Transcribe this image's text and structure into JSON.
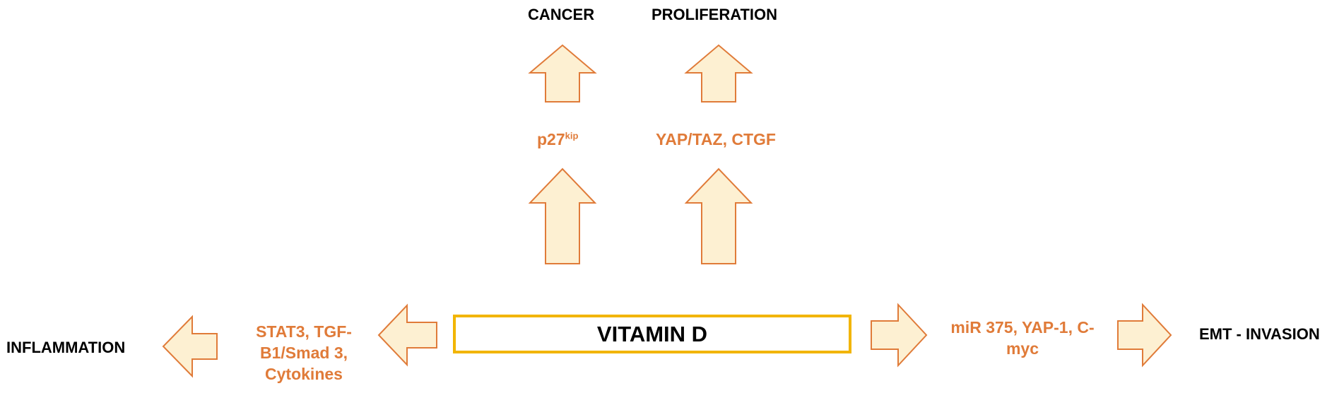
{
  "diagram": {
    "center": "VITAMIN D",
    "top_left": {
      "outcome": "CANCER",
      "mediator": "p27",
      "mediator_sup": "kip"
    },
    "top_right": {
      "outcome": "PROLIFERATION",
      "mediator": "YAP/TAZ, CTGF"
    },
    "left": {
      "outcome": "INFLAMMATION",
      "mediator_lines": [
        "STAT3, TGF-",
        "Β1/Smad 3,",
        "Cytokines"
      ]
    },
    "right": {
      "outcome": "EMT - INVASION",
      "mediator_lines": [
        "miR 375, YAP-1, C-",
        "myc"
      ]
    },
    "colors": {
      "arrow_fill": "#fdf0d2",
      "arrow_stroke": "#e07b39",
      "mediator_text": "#e07b39",
      "center_border": "#f2b500"
    }
  }
}
